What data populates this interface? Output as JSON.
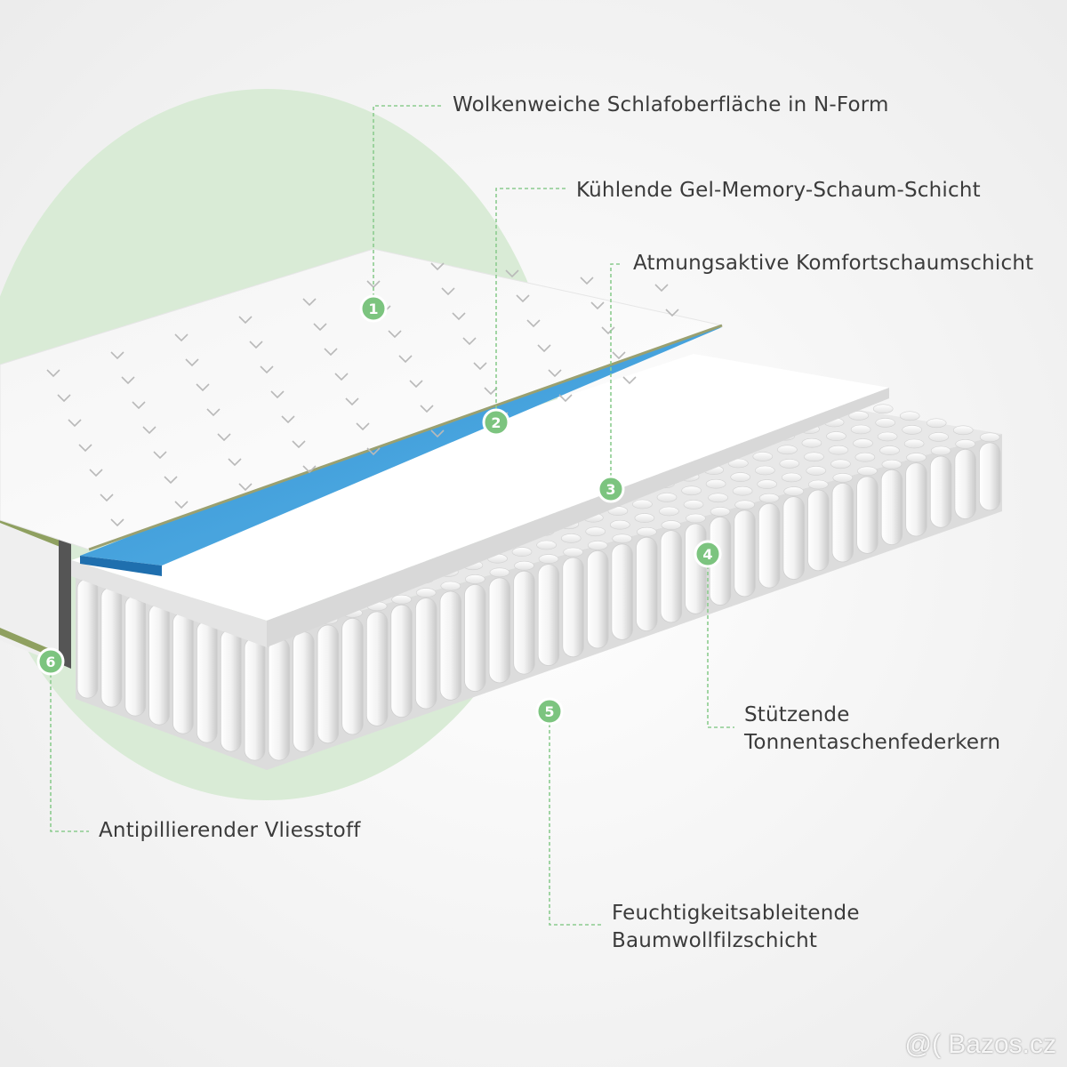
{
  "colors": {
    "accent_green": "#7cc47f",
    "blob_green": "#d9ebd6",
    "gel_blue": "#3f9fd9",
    "background": "#f3f3f3"
  },
  "callouts": [
    {
      "number": "1",
      "lines": [
        "Wolkenweiche Schlafoberfläche in N-Form"
      ]
    },
    {
      "number": "2",
      "lines": [
        "Kühlende Gel-Memory-Schaum-Schicht"
      ]
    },
    {
      "number": "3",
      "lines": [
        "Atmungsaktive Komfortschaumschicht"
      ]
    },
    {
      "number": "4",
      "lines": [
        "Stützende",
        "Tonnentaschenfederkern"
      ]
    },
    {
      "number": "5",
      "lines": [
        "Feuchtigkeitsableitende",
        "Baumwollfilzschicht"
      ]
    },
    {
      "number": "6",
      "lines": [
        "Antipillierender Vliesstoff"
      ]
    }
  ],
  "watermark": "@( Bazos.cz"
}
